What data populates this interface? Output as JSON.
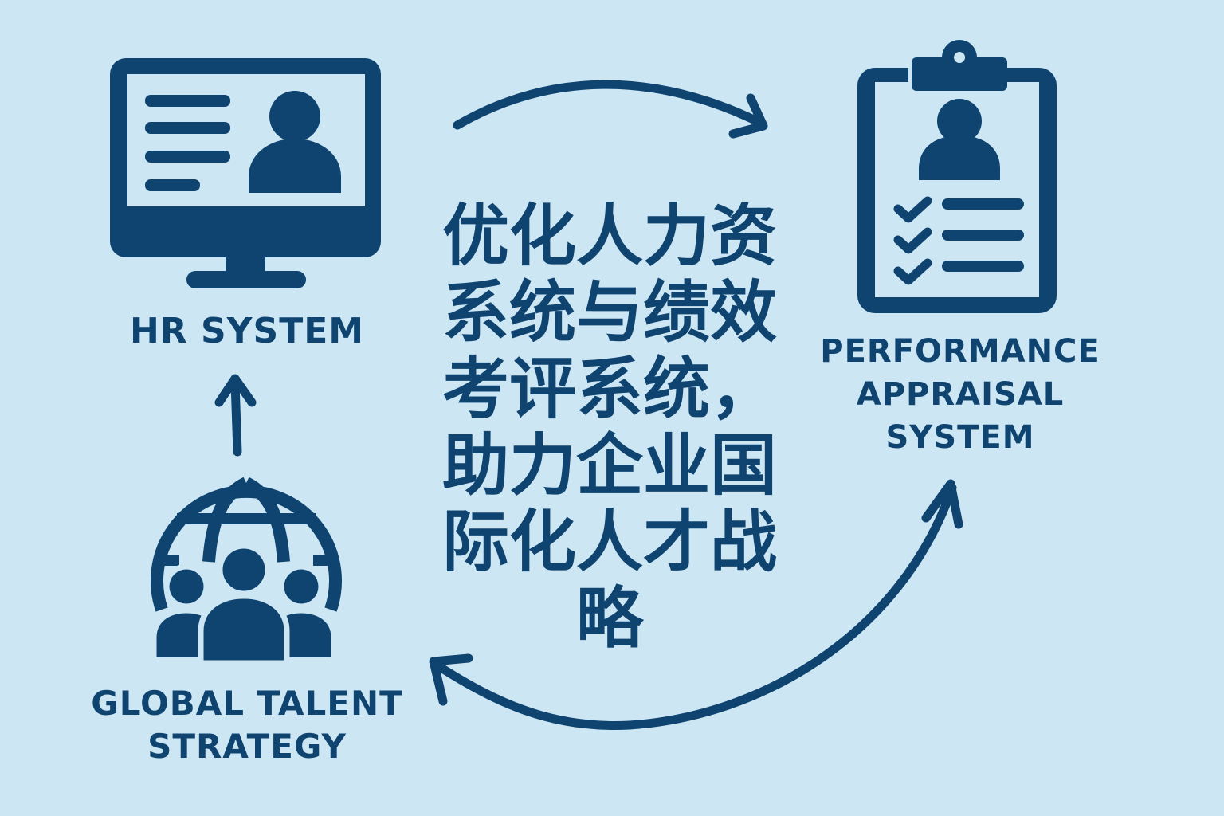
{
  "title": "优化人力资系统与绩效考评系统，助力企业国际化人才战略",
  "colors": {
    "background": "#cce6f3",
    "primary": "#0f4470"
  },
  "nodes": [
    {
      "id": "hr",
      "label": "HR SYSTEM",
      "icon": "monitor-profile-icon"
    },
    {
      "id": "pa",
      "label_lines": [
        "PERFORMANCE",
        "APPRAISAL",
        "SYSTEM"
      ],
      "icon": "clipboard-checklist-icon"
    },
    {
      "id": "gt",
      "label_lines": [
        "GLOBAL TALENT",
        "STRATEGY"
      ],
      "icon": "globe-people-icon"
    }
  ],
  "edges": [
    {
      "from": "HR SYSTEM",
      "to": "PERFORMANCE APPRAISAL SYSTEM"
    },
    {
      "from": "PERFORMANCE APPRAISAL SYSTEM",
      "to": "GLOBAL TALENT STRATEGY"
    },
    {
      "from": "GLOBAL TALENT STRATEGY",
      "to": "HR SYSTEM"
    }
  ]
}
